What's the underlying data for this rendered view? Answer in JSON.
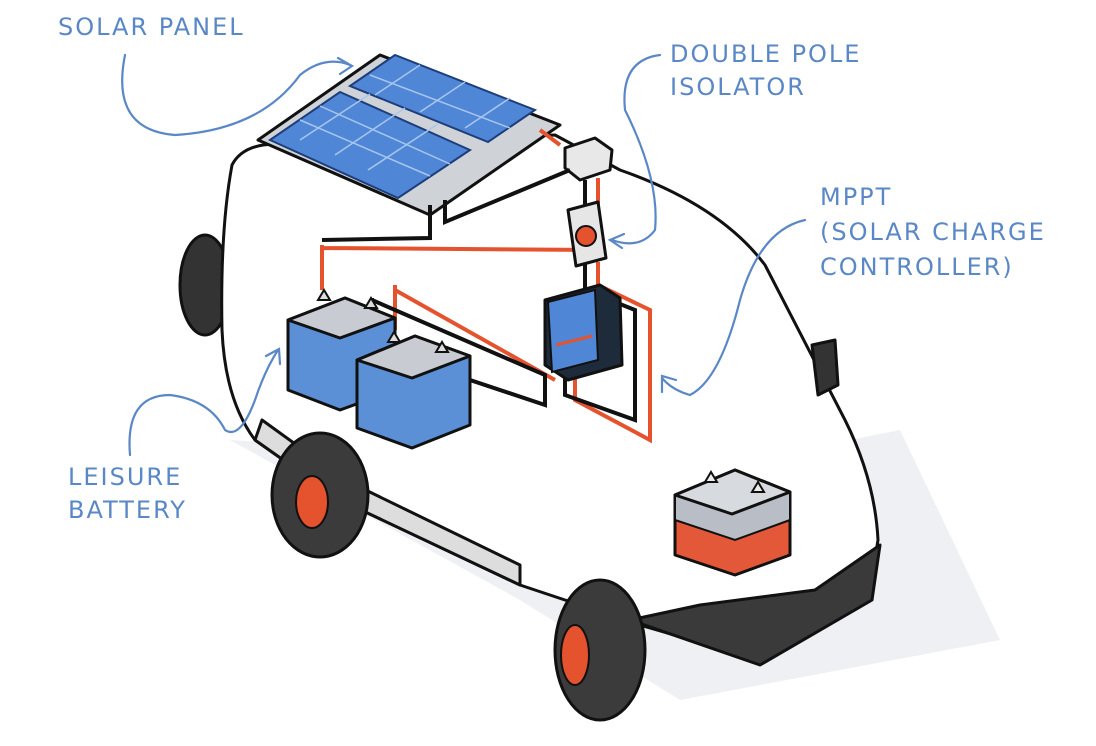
{
  "labels": {
    "solar_panel": "SOLAR PANEL",
    "isolator_line1": "DOUBLE POLE",
    "isolator_line2": "ISOLATOR",
    "mppt_line1": "MPPT",
    "mppt_line2": "(SOLAR CHARGE",
    "mppt_line3": "CONTROLLER)",
    "battery_line1": "LEISURE",
    "battery_line2": "BATTERY"
  },
  "colors": {
    "label": "#5a87c6",
    "wire_positive": "#e4522e",
    "wire_negative": "#111111",
    "panel": "#4f86d6",
    "battery": "#5b8fd6",
    "starter_battery": "#e4583a"
  }
}
